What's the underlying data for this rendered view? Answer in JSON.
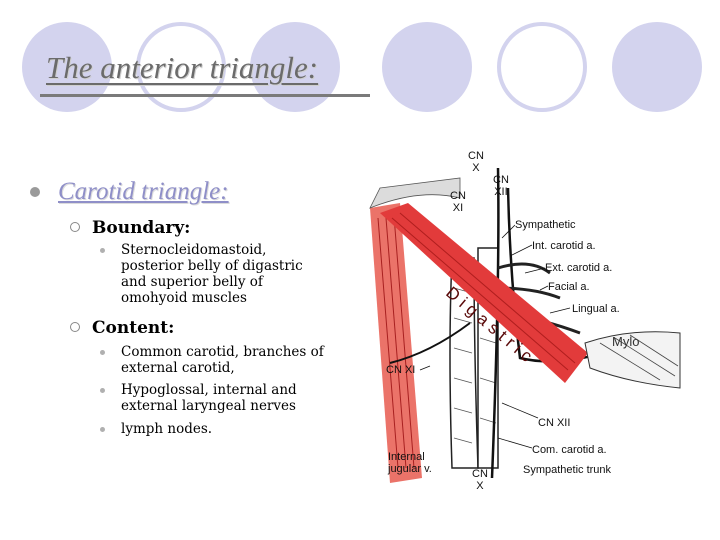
{
  "title": "The anterior triangle:",
  "level1": {
    "label": "Carotid triangle:"
  },
  "boundary": {
    "heading": "Boundary:",
    "items": [
      "Sternocleidomastoid, posterior belly of digastric and superior belly of omohyoid muscles"
    ]
  },
  "content": {
    "heading": "Content:",
    "items": [
      "Common carotid, branches of external carotid,",
      "Hypoglossal, internal and external laryngeal nerves",
      "lymph nodes."
    ]
  },
  "figure": {
    "labels": {
      "cn_x_top": "CN\nX",
      "cn_xii_top": "CN\nXII",
      "cn_xi_top": "CN\nXI",
      "sympathetic": "Sympathetic",
      "int_carotid": "Int. carotid a.",
      "ext_carotid": "Ext. carotid a.",
      "facial": "Facial a.",
      "lingual": "Lingual a.",
      "cn_xi_left": "CN XI",
      "cn_xii_bottom": "CN XII",
      "com_carotid": "Com. carotid a.",
      "internal_jugular": "Internal\njugular v.",
      "cn_x_bottom": "CN\nX",
      "sympathetic_trunk": "Sympathetic trunk",
      "digastric": "Digastric",
      "mylo": "Mylo"
    }
  },
  "colors": {
    "title": "#6b6b6b",
    "accent": "#8f8fc8",
    "circle": "#d3d3ee",
    "muscle": "#e23b3b"
  }
}
